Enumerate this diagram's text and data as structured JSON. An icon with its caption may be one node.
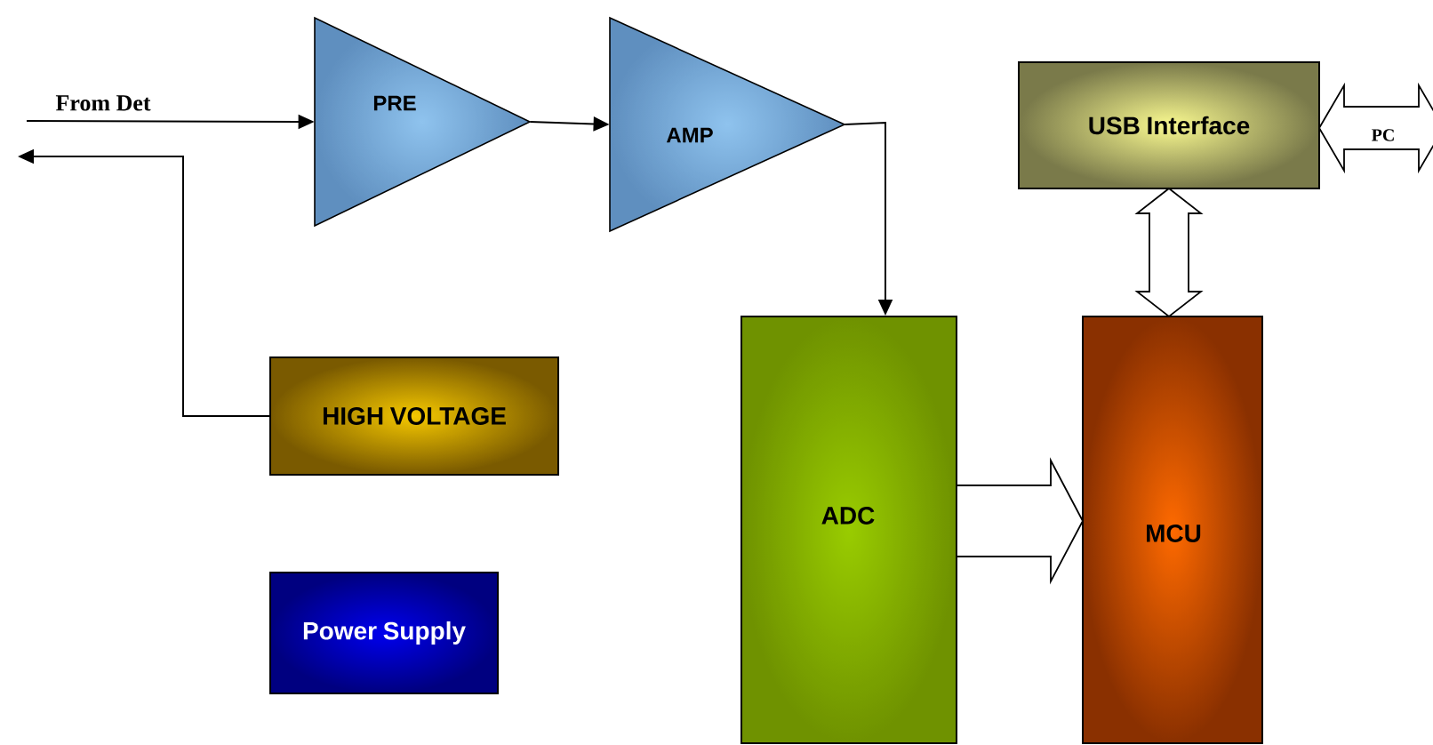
{
  "diagram": {
    "nodes": [
      {
        "text": [
          "PRE"
        ]
      },
      {
        "text": [
          "AMP"
        ]
      },
      {
        "text": [
          "USB Interface"
        ]
      },
      {
        "text": [
          "HIGH VOLTAGE"
        ]
      },
      {
        "text": [
          "ADC"
        ]
      },
      {
        "text": [
          "MCU"
        ]
      },
      {
        "text": [
          "Power Supply"
        ]
      }
    ],
    "edges": [
      {
        "from": null,
        "to": 0,
        "arrow": "to",
        "label": "From Det"
      },
      {
        "from": 0,
        "to": 1,
        "arrow": "to"
      },
      {
        "from": 1,
        "to": 4,
        "arrow": "to"
      },
      {
        "from": 3,
        "to": null,
        "arrow": "to"
      },
      {
        "from": 4,
        "to": 5,
        "arrow": "to",
        "style": "thick"
      },
      {
        "from": 2,
        "to": 5,
        "arrow": "both",
        "style": "thick"
      },
      {
        "from": 2,
        "to": null,
        "arrow": "both",
        "style": "thick",
        "label": "PC"
      }
    ]
  }
}
